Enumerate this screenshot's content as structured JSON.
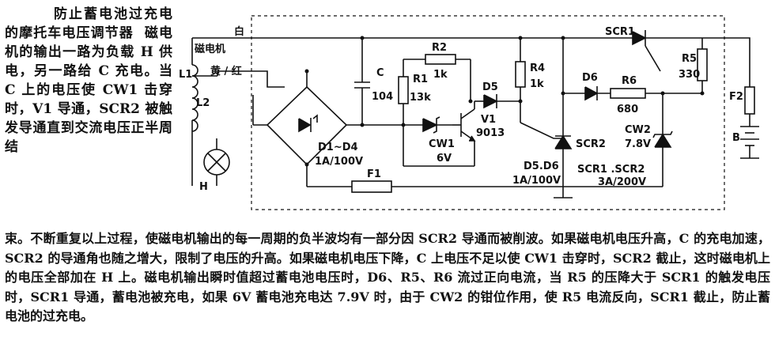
{
  "intro_title": "防止蓄电池过充电的摩托车电压调节器",
  "intro_text": "磁电机的输出一路为负载 H 供电，另一路给 C 充电。当 C 上的电压使 CW1 击穿时，V1 导通，SCR2 被触发导通直到交流电压正半周结",
  "body_text": "束。不断重复以上过程，使磁电机输出的每一周期的负半波均有一部分因 SCR2 导通而被削波。如果磁电机电压升高，C 的充电加速，SCR2 的导通角也随之增大，限制了电压的升高。如果磁电机电压下降，C 上电压不足以使 CW1 击穿时，SCR2 截止，这时磁电机上的电压全部加在 H 上。磁电机输出瞬时值超过蓄电池电压时，D6、R5、R6 流过正向电流，当 R5 的压降大于 SCR1 的触发电压时，SCR1 导通，蓄电池被充电，如果 6V 蓄电池充电达 7.9V 时，由于 CW2 的钳位作用，使 R5 电流反向，SCR1 截止，防止蓄电池的过充电。",
  "labels": {
    "white": "白",
    "magneto": "磁电机",
    "yellow_red": "黄 / 红",
    "L1": "L1",
    "L2": "L2",
    "H": "H",
    "C": "C",
    "C_val": "104",
    "R1": "R1",
    "R1_val": "13k",
    "R2": "R2",
    "R2_val": "1k",
    "D5": "D5",
    "V1": "V1",
    "V1_val": "9013",
    "R4": "R4",
    "R4_val": "1k",
    "D6": "D6",
    "R6": "R6",
    "R6_val": "680",
    "SCR1": "SCR1",
    "R5": "R5",
    "R5_val": "330",
    "F2": "F2",
    "B": "B",
    "D1D4": "D1~D4",
    "D1D4_val": "1A/100V",
    "CW1": "CW1",
    "CW1_val": "6V",
    "SCR2": "SCR2",
    "CW2": "CW2",
    "CW2_val": "7.8V",
    "D5D6": "D5.D6",
    "D5D6_val": "1A/100V",
    "SCR12": "SCR1 .SCR2",
    "SCR12_val": "3A/200V",
    "F1": "F1"
  }
}
